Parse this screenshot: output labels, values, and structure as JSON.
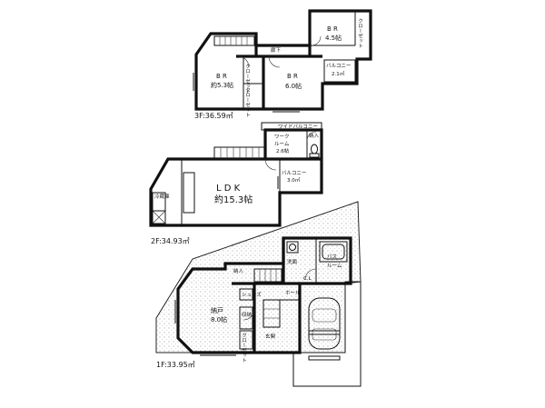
{
  "floors": {
    "third": {
      "area_label": "3F:36.59㎡",
      "rooms": {
        "br_small_name": "B R",
        "br_small_size": "4.5帖",
        "br_left_name": "B R",
        "br_left_size": "約5.3帖",
        "br_right_name": "B R",
        "br_right_size": "6.0帖",
        "closet_right": "クローゼット",
        "hallway": "廊下",
        "closet_a": "クローゼット",
        "closet_b": "クローゼット",
        "balcony": "バルコニー",
        "balcony_size": "2.1㎡"
      }
    },
    "second": {
      "area_label": "2F:34.93㎡",
      "rooms": {
        "ldk_name": "L D K",
        "ldk_size": "約15.3帖",
        "work_room": "ワーク",
        "work_room2": "ルーム",
        "work_size": "2.6帖",
        "storage": "納入",
        "balcony": "バルコニー",
        "balcony_size": "3.0㎡",
        "wide_balcony": "ワイドバルコニー",
        "fridge": "冷蔵庫"
      }
    },
    "first": {
      "area_label": "1F:33.95㎡",
      "rooms": {
        "storage_name": "納戸",
        "storage_size": "8.0帖",
        "entrance": "玄関",
        "storage_small": "納入",
        "bath": "バス",
        "bath2": "ルーム",
        "washroom": "洗面",
        "closet": "C.L",
        "hall": "ホール",
        "shoe_box": "シューズ",
        "closet2": "収納",
        "closet3": "クローゼット"
      }
    }
  }
}
